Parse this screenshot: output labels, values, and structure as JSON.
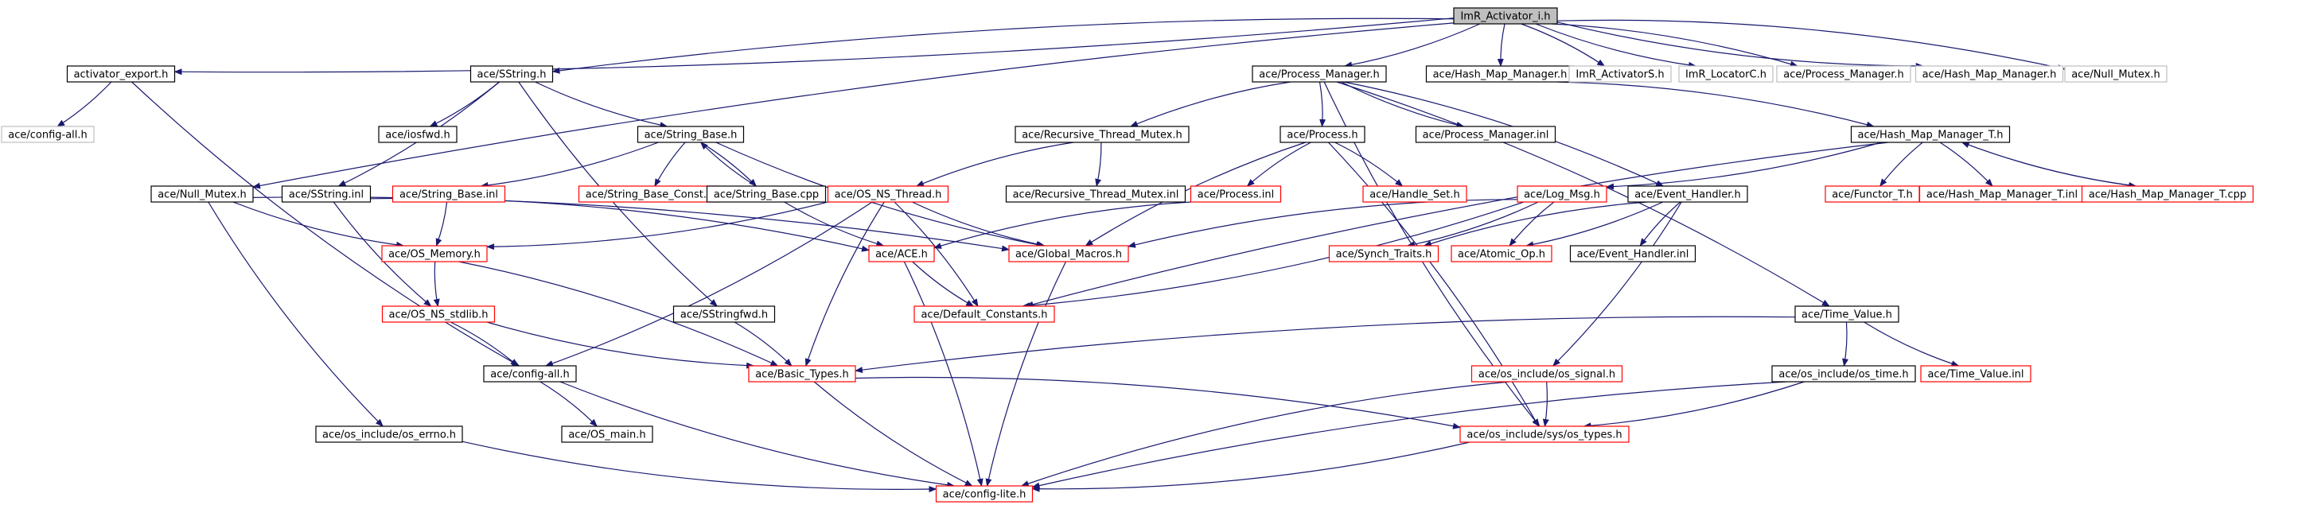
{
  "colors": {
    "edge": "#191970",
    "root_fill": "#bfbfbf",
    "default_border": "#000000",
    "incomplete_border": "#ff0000",
    "external_border": "#bfbfbf"
  },
  "nodes": [
    {
      "id": "root",
      "label": "ImR_Activator_i.h",
      "style": "root"
    },
    {
      "id": "activator_export",
      "label": "activator_export.h",
      "style": "normal"
    },
    {
      "id": "sstring_h",
      "label": "ace/SString.h",
      "style": "normal"
    },
    {
      "id": "process_manager_h",
      "label": "ace/Process_Manager.h",
      "style": "normal"
    },
    {
      "id": "hash_map_manager_h",
      "label": "ace/Hash_Map_Manager.h",
      "style": "normal"
    },
    {
      "id": "imr_activators",
      "label": "ImR_ActivatorS.h",
      "style": "external"
    },
    {
      "id": "imr_locatorc",
      "label": "ImR_LocatorC.h",
      "style": "external"
    },
    {
      "id": "ext_process_manager",
      "label": "ace/Process_Manager.h",
      "style": "external"
    },
    {
      "id": "ext_hash_map_manager",
      "label": "ace/Hash_Map_Manager.h",
      "style": "external"
    },
    {
      "id": "ext_null_mutex",
      "label": "ace/Null_Mutex.h",
      "style": "external"
    },
    {
      "id": "config_all_ext",
      "label": "ace/config-all.h",
      "style": "external"
    },
    {
      "id": "iosfwd",
      "label": "ace/iosfwd.h",
      "style": "normal"
    },
    {
      "id": "string_base_h",
      "label": "ace/String_Base.h",
      "style": "normal"
    },
    {
      "id": "recursive_thread_mutex_h",
      "label": "ace/Recursive_Thread_Mutex.h",
      "style": "normal"
    },
    {
      "id": "process_h",
      "label": "ace/Process.h",
      "style": "normal"
    },
    {
      "id": "process_manager_inl",
      "label": "ace/Process_Manager.inl",
      "style": "normal"
    },
    {
      "id": "hash_map_manager_t_h",
      "label": "ace/Hash_Map_Manager_T.h",
      "style": "normal"
    },
    {
      "id": "null_mutex_h",
      "label": "ace/Null_Mutex.h",
      "style": "normal"
    },
    {
      "id": "sstring_inl",
      "label": "ace/SString.inl",
      "style": "normal"
    },
    {
      "id": "string_base_inl",
      "label": "ace/String_Base.inl",
      "style": "incomplete"
    },
    {
      "id": "string_base_const",
      "label": "ace/String_Base_Const.h",
      "style": "incomplete"
    },
    {
      "id": "string_base_cpp",
      "label": "ace/String_Base.cpp",
      "style": "normal"
    },
    {
      "id": "os_ns_thread",
      "label": "ace/OS_NS_Thread.h",
      "style": "incomplete"
    },
    {
      "id": "recursive_thread_mutex_inl",
      "label": "ace/Recursive_Thread_Mutex.inl",
      "style": "normal"
    },
    {
      "id": "process_inl",
      "label": "ace/Process.inl",
      "style": "incomplete"
    },
    {
      "id": "handle_set",
      "label": "ace/Handle_Set.h",
      "style": "incomplete"
    },
    {
      "id": "log_msg",
      "label": "ace/Log_Msg.h",
      "style": "incomplete"
    },
    {
      "id": "event_handler_h",
      "label": "ace/Event_Handler.h",
      "style": "normal"
    },
    {
      "id": "functor_t",
      "label": "ace/Functor_T.h",
      "style": "incomplete"
    },
    {
      "id": "hash_map_manager_t_inl",
      "label": "ace/Hash_Map_Manager_T.inl",
      "style": "incomplete"
    },
    {
      "id": "hash_map_manager_t_cpp",
      "label": "ace/Hash_Map_Manager_T.cpp",
      "style": "incomplete"
    },
    {
      "id": "os_memory",
      "label": "ace/OS_Memory.h",
      "style": "incomplete"
    },
    {
      "id": "ace_h",
      "label": "ace/ACE.h",
      "style": "incomplete"
    },
    {
      "id": "global_macros",
      "label": "ace/Global_Macros.h",
      "style": "incomplete"
    },
    {
      "id": "synch_traits",
      "label": "ace/Synch_Traits.h",
      "style": "incomplete"
    },
    {
      "id": "atomic_op",
      "label": "ace/Atomic_Op.h",
      "style": "incomplete"
    },
    {
      "id": "event_handler_inl",
      "label": "ace/Event_Handler.inl",
      "style": "normal"
    },
    {
      "id": "os_ns_stdlib",
      "label": "ace/OS_NS_stdlib.h",
      "style": "incomplete"
    },
    {
      "id": "sstringfwd",
      "label": "ace/SStringfwd.h",
      "style": "normal"
    },
    {
      "id": "default_constants",
      "label": "ace/Default_Constants.h",
      "style": "incomplete"
    },
    {
      "id": "time_value_h",
      "label": "ace/Time_Value.h",
      "style": "normal"
    },
    {
      "id": "config_all_h",
      "label": "ace/config-all.h",
      "style": "normal"
    },
    {
      "id": "basic_types",
      "label": "ace/Basic_Types.h",
      "style": "incomplete"
    },
    {
      "id": "os_signal",
      "label": "ace/os_include/os_signal.h",
      "style": "incomplete"
    },
    {
      "id": "os_time",
      "label": "ace/os_include/os_time.h",
      "style": "normal"
    },
    {
      "id": "time_value_inl",
      "label": "ace/Time_Value.inl",
      "style": "incomplete"
    },
    {
      "id": "os_errno",
      "label": "ace/os_include/os_errno.h",
      "style": "normal"
    },
    {
      "id": "os_main",
      "label": "ace/OS_main.h",
      "style": "normal"
    },
    {
      "id": "os_types",
      "label": "ace/os_include/sys/os_types.h",
      "style": "incomplete"
    },
    {
      "id": "config_lite",
      "label": "ace/config-lite.h",
      "style": "incomplete"
    }
  ],
  "edges": [
    [
      "root",
      "activator_export"
    ],
    [
      "root",
      "sstring_h"
    ],
    [
      "root",
      "process_manager_h"
    ],
    [
      "root",
      "hash_map_manager_h"
    ],
    [
      "root",
      "imr_activators"
    ],
    [
      "root",
      "imr_locatorc"
    ],
    [
      "root",
      "ext_process_manager"
    ],
    [
      "root",
      "ext_hash_map_manager"
    ],
    [
      "root",
      "ext_null_mutex"
    ],
    [
      "root",
      "null_mutex_h"
    ],
    [
      "activator_export",
      "config_all_ext"
    ],
    [
      "activator_export",
      "config_all_h"
    ],
    [
      "sstring_h",
      "iosfwd"
    ],
    [
      "sstring_h",
      "string_base_h"
    ],
    [
      "sstring_h",
      "sstring_inl"
    ],
    [
      "sstring_h",
      "sstringfwd"
    ],
    [
      "string_base_h",
      "string_base_inl"
    ],
    [
      "string_base_h",
      "string_base_const"
    ],
    [
      "string_base_h",
      "string_base_cpp"
    ],
    [
      "string_base_h",
      "global_macros"
    ],
    [
      "string_base_cpp",
      "string_base_h"
    ],
    [
      "string_base_cpp",
      "ace_h"
    ],
    [
      "string_base_inl",
      "os_memory"
    ],
    [
      "sstring_inl",
      "os_ns_stdlib"
    ],
    [
      "sstring_inl",
      "ace_h"
    ],
    [
      "process_manager_h",
      "recursive_thread_mutex_h"
    ],
    [
      "process_manager_h",
      "process_h"
    ],
    [
      "process_manager_h",
      "process_manager_inl"
    ],
    [
      "process_manager_h",
      "time_value_h"
    ],
    [
      "process_manager_h",
      "os_types"
    ],
    [
      "process_manager_h",
      "event_handler_h"
    ],
    [
      "recursive_thread_mutex_h",
      "os_ns_thread"
    ],
    [
      "recursive_thread_mutex_h",
      "recursive_thread_mutex_inl"
    ],
    [
      "process_h",
      "process_inl"
    ],
    [
      "process_h",
      "handle_set"
    ],
    [
      "process_h",
      "global_macros"
    ],
    [
      "process_h",
      "os_types"
    ],
    [
      "process_inl",
      "ace_h"
    ],
    [
      "hash_map_manager_h",
      "hash_map_manager_t_h"
    ],
    [
      "hash_map_manager_t_h",
      "functor_t"
    ],
    [
      "hash_map_manager_t_h",
      "hash_map_manager_t_inl"
    ],
    [
      "hash_map_manager_t_h",
      "hash_map_manager_t_cpp"
    ],
    [
      "hash_map_manager_t_h",
      "log_msg"
    ],
    [
      "hash_map_manager_t_h",
      "default_constants"
    ],
    [
      "hash_map_manager_t_cpp",
      "hash_map_manager_t_h"
    ],
    [
      "null_mutex_h",
      "os_memory"
    ],
    [
      "null_mutex_h",
      "global_macros"
    ],
    [
      "null_mutex_h",
      "os_errno"
    ],
    [
      "os_ns_thread",
      "os_memory"
    ],
    [
      "os_ns_thread",
      "global_macros"
    ],
    [
      "os_ns_thread",
      "default_constants"
    ],
    [
      "os_ns_thread",
      "basic_types"
    ],
    [
      "os_ns_thread",
      "config_all_h"
    ],
    [
      "log_msg",
      "global_macros"
    ],
    [
      "log_msg",
      "synch_traits"
    ],
    [
      "log_msg",
      "atomic_op"
    ],
    [
      "log_msg",
      "default_constants"
    ],
    [
      "event_handler_h",
      "synch_traits"
    ],
    [
      "event_handler_h",
      "atomic_op"
    ],
    [
      "event_handler_h",
      "event_handler_inl"
    ],
    [
      "event_handler_h",
      "os_signal"
    ],
    [
      "os_memory",
      "os_ns_stdlib"
    ],
    [
      "os_memory",
      "basic_types"
    ],
    [
      "ace_h",
      "default_constants"
    ],
    [
      "ace_h",
      "config_lite"
    ],
    [
      "global_macros",
      "config_lite"
    ],
    [
      "os_ns_stdlib",
      "config_all_h"
    ],
    [
      "os_ns_stdlib",
      "basic_types"
    ],
    [
      "sstringfwd",
      "basic_types"
    ],
    [
      "time_value_h",
      "basic_types"
    ],
    [
      "time_value_h",
      "os_time"
    ],
    [
      "time_value_h",
      "time_value_inl"
    ],
    [
      "config_all_h",
      "os_main"
    ],
    [
      "config_all_h",
      "config_lite"
    ],
    [
      "basic_types",
      "os_types"
    ],
    [
      "basic_types",
      "config_lite"
    ],
    [
      "os_signal",
      "os_types"
    ],
    [
      "os_signal",
      "config_lite"
    ],
    [
      "os_time",
      "os_types"
    ],
    [
      "os_time",
      "config_lite"
    ],
    [
      "os_types",
      "config_lite"
    ],
    [
      "os_errno",
      "config_lite"
    ]
  ]
}
